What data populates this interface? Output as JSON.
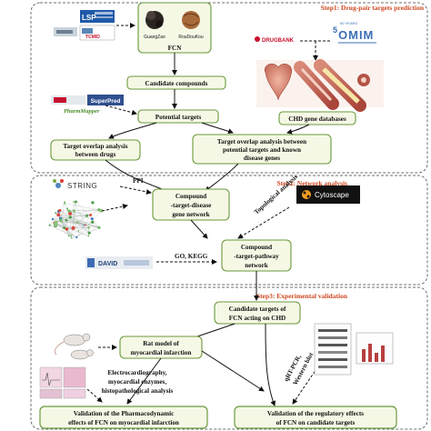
{
  "steps": {
    "step1": "Step1: Drug-pair targets prediction",
    "step2": "Step2: Network analysis",
    "step3": "Step3: Experimental validation"
  },
  "step1": {
    "logos": {
      "lsp": "LSP",
      "tcmid": "TCMID",
      "superpred": "SuperPred",
      "pharmmapper": "PharmMapper",
      "drugbank": "DRUGBANK",
      "omim_years": "50 YEARS",
      "omim": "OMIM"
    },
    "herbs": {
      "left": "GuangZao",
      "right": "RouDouKou"
    },
    "fcn": "FCN",
    "candidate_compounds": "Candidate compounds",
    "potential_targets": "Potential targets",
    "chd_gene_databases": "CHD gene databases",
    "overlap_drugs": [
      "Target overlap analysis",
      "between drugs"
    ],
    "overlap_disease": [
      "Target overlap analysis between",
      "potential targets and known",
      "disease genes"
    ]
  },
  "step2": {
    "string": "STRING",
    "ppi": "PPI",
    "ctd_network": [
      "Compound",
      "-target-disease",
      "gene network"
    ],
    "topological": "Topological analysis",
    "cytoscape": "Cytoscape",
    "go_kegg": "GO, KEGG",
    "david": "DAVID",
    "ctp_network": [
      "Compound",
      "-target-pathway",
      "network"
    ]
  },
  "step3": {
    "candidate_targets": [
      "Candidate targets of",
      "FCN acting on CHD"
    ],
    "rat_model": [
      "Rat model of",
      "myocardial infarction"
    ],
    "qrt_pcr": [
      "qRT-PCR,",
      "Western blot"
    ],
    "assays": [
      "Electrocardiography,",
      "myocardial enzymes,",
      "histopathological analysis"
    ],
    "validation_pd": [
      "Validation of the Pharmacodynamic",
      "effects of FCN on myocardial infarction"
    ],
    "validation_reg": [
      "Validation of the regulatory effects",
      "of FCN on candidate targets"
    ]
  },
  "colors": {
    "box_fill": "#f6f8e6",
    "box_stroke": "#6a9a3c",
    "step_title": "#d0461f",
    "panel_border": "#6d6d6d"
  }
}
